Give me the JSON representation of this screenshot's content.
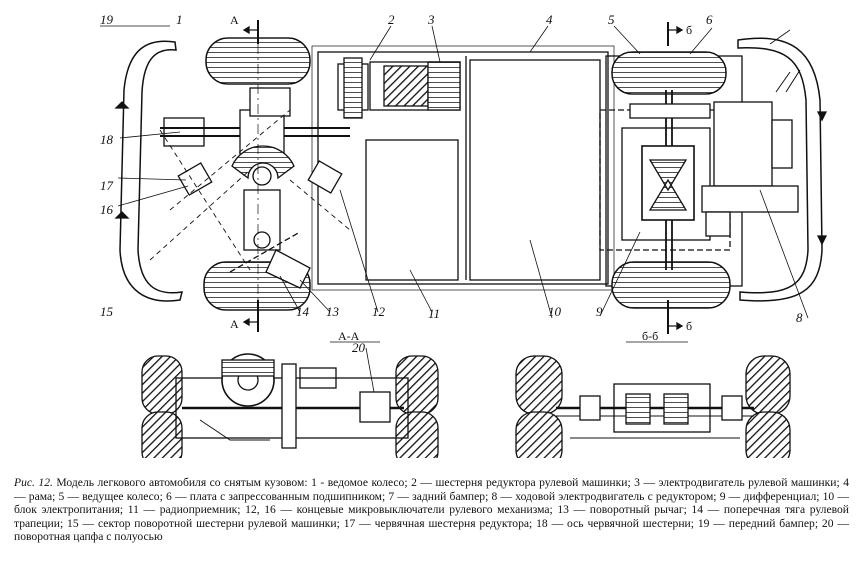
{
  "callouts": {
    "c1": "1",
    "c2": "2",
    "c3": "3",
    "c4": "4",
    "c5": "5",
    "c6": "6",
    "c8": "8",
    "c9": "9",
    "c10": "10",
    "c11": "11",
    "c12": "12",
    "c13": "13",
    "c14": "14",
    "c15": "15",
    "c16": "16",
    "c17": "17",
    "c18": "18",
    "c19": "19",
    "c20": "20"
  },
  "section_marks": {
    "a_top": "А",
    "a_bottom": "А",
    "b_top": "б",
    "b_bottom": "б",
    "section_aa": "А-А",
    "section_bb": "б-б"
  },
  "caption": {
    "prefix": "Рис. 12.",
    "text": " Модель легкового автомобиля со снятым кузовом: 1 - ведомое колесо; 2 — шестерня редуктора рулевой машинки; 3 — электродвигатель рулевой машинки; 4 — рама; 5 — ведущее колесо; 6 — плата с запрессованным подшипником; 7 — задний бампер; 8 — ходовой электродвигатель с редуктором; 9 — дифференциал; 10 — блок электропитания; 11 — радиоприемник; 12, 16 — концевые микровыключатели рулевого механизма; 13 — поворотный рычаг; 14 — поперечная тяга рулевой трапеции; 15 — сектор поворотной шестерни рулевой машинки; 17 — червячная шестерня редуктора; 18 — ось червячной шестерни; 19 — передний бампер; 20 — поворотная цапфа с полуосью"
  }
}
